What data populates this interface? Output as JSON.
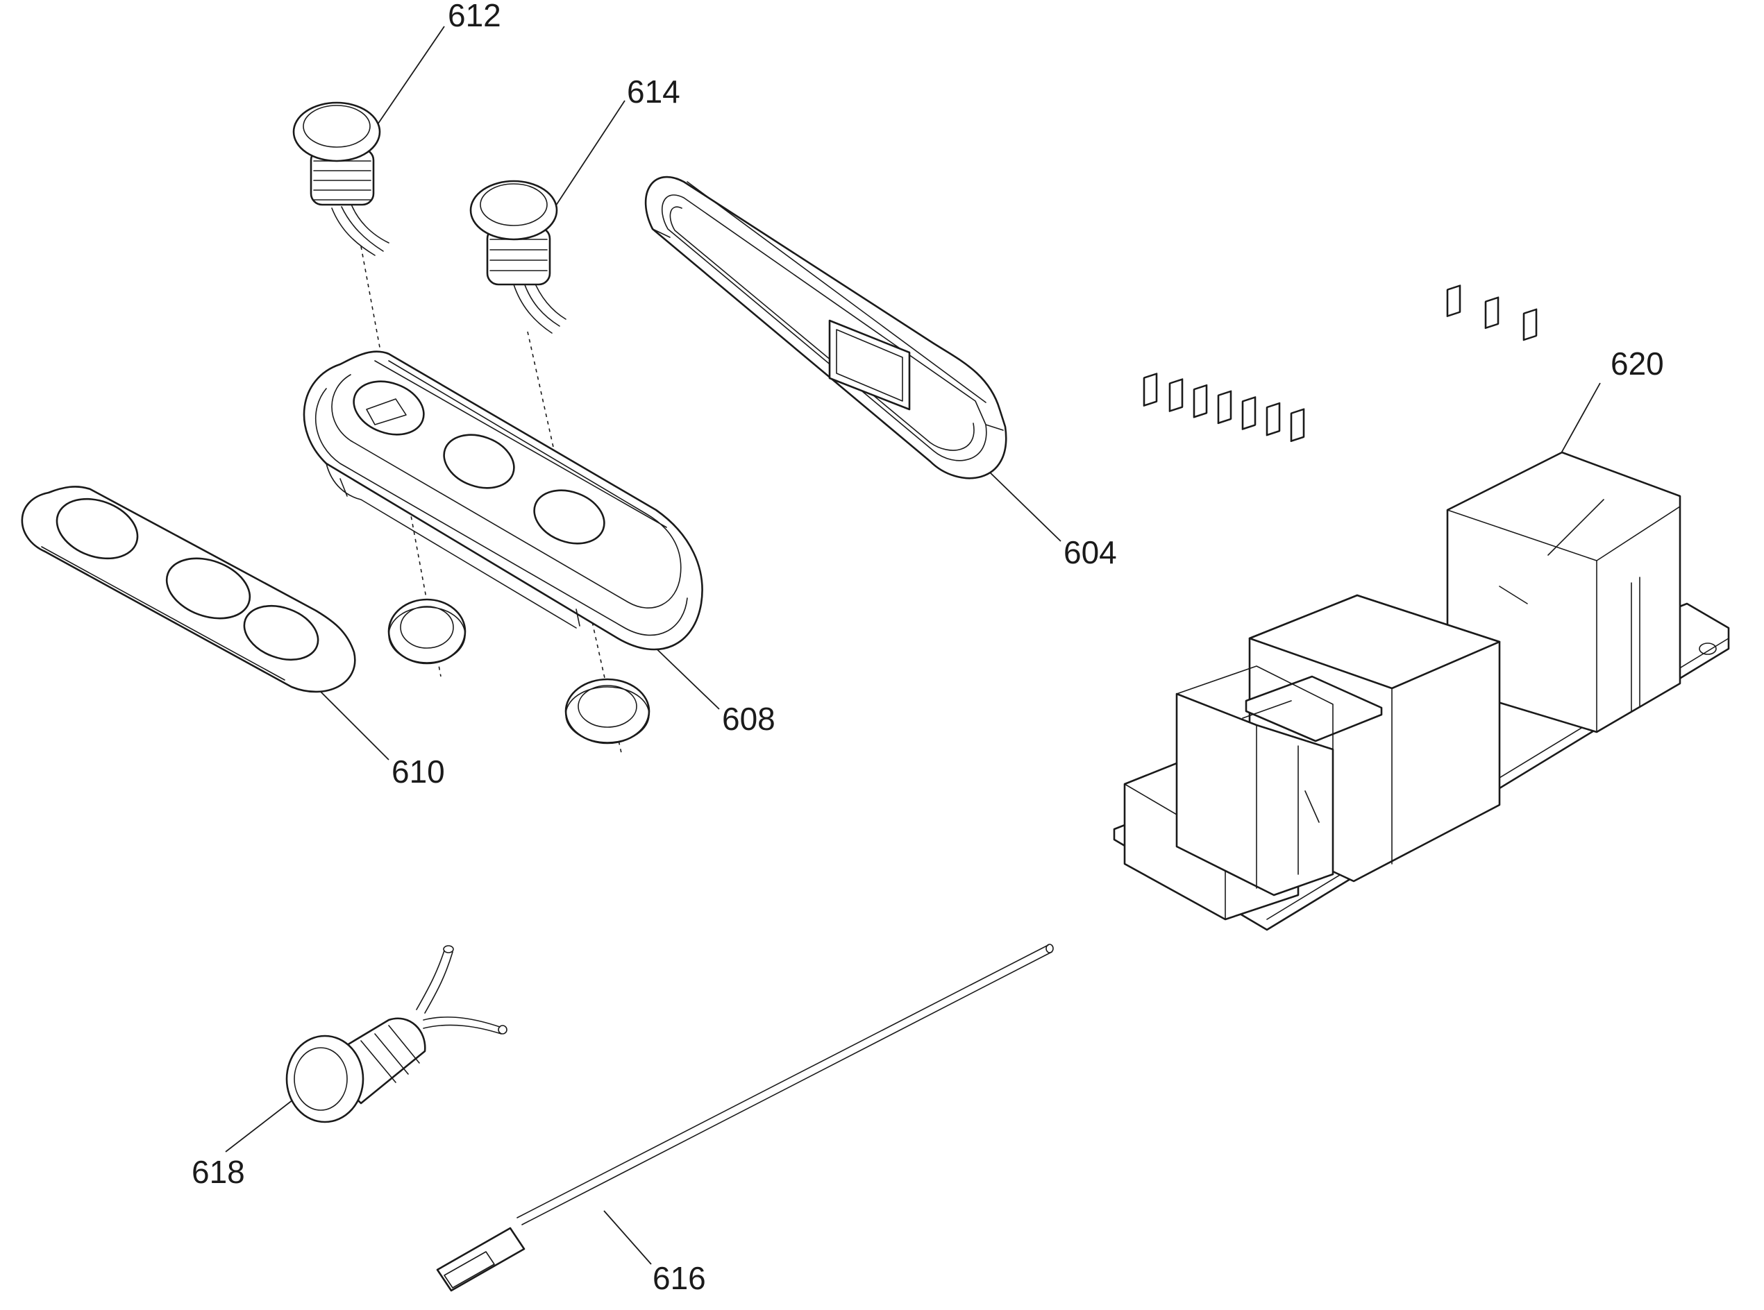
{
  "labels": {
    "l612": "612",
    "l614": "614",
    "l604": "604",
    "l608": "608",
    "l610": "610",
    "l618": "618",
    "l616": "616",
    "l620": "620"
  }
}
